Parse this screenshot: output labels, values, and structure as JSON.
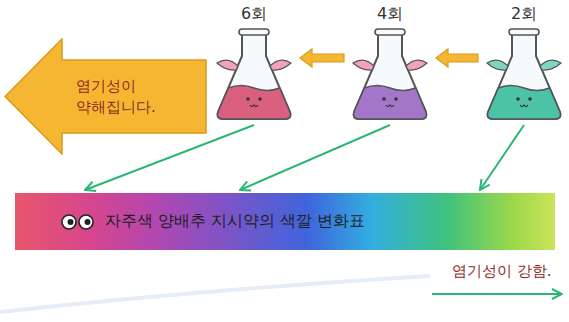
{
  "diagram": {
    "nodes": [
      {
        "text": [
          "6회"
        ]
      },
      {
        "text": [
          "4회"
        ]
      },
      {
        "text": [
          "2회"
        ]
      },
      {
        "text": [
          "염기성이 약해집니다."
        ]
      },
      {
        "text": [
          "자주색 양배추 지시약의 색깔 변화표"
        ]
      }
    ],
    "edges": [
      {
        "from": 2,
        "to": 1,
        "arrow": "to"
      },
      {
        "from": 1,
        "to": 0,
        "arrow": "to"
      },
      {
        "from": 0,
        "to": 4,
        "arrow": "to"
      },
      {
        "from": 1,
        "to": 4,
        "arrow": "to"
      },
      {
        "from": 2,
        "to": 4,
        "arrow": "to"
      }
    ],
    "labels": [
      "염기성이 강함."
    ]
  }
}
